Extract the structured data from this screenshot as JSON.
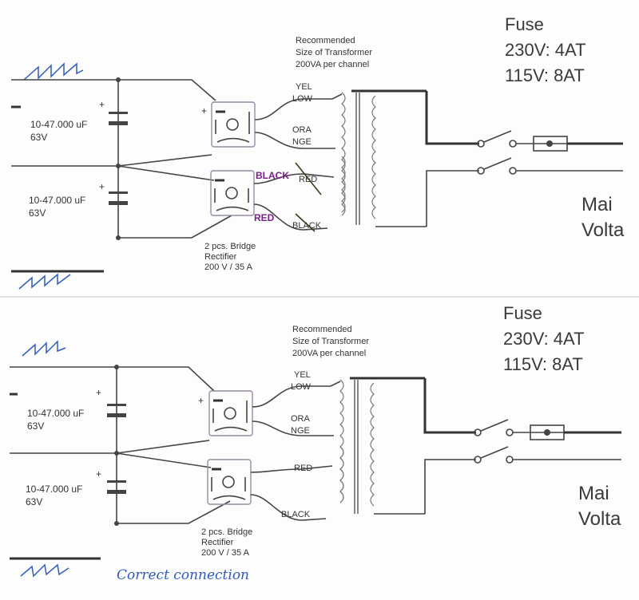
{
  "panels": [
    {
      "id": "top",
      "fuse": {
        "title": "Fuse",
        "line1": "230V: 4AT",
        "line2": "115V: 8AT"
      },
      "transformer_note": [
        "Recommended",
        "Size of Transformer",
        "200VA per channel"
      ],
      "secondary_labels": {
        "yel": "YEL",
        "low": "LOW",
        "ora": "ORA",
        "nge": "NGE",
        "red": "RED",
        "black": "BLACK"
      },
      "corrections": {
        "black": "BLACK",
        "red": "RED"
      },
      "capacitors": [
        {
          "value": "10-47.000 uF",
          "voltage": "63V",
          "polarity": "+"
        },
        {
          "value": "10-47.000 uF",
          "voltage": "63V",
          "polarity": "+"
        }
      ],
      "rectifier_note": [
        "2 pcs. Bridge",
        "Rectifier",
        "200 V / 35 A"
      ],
      "mains": [
        "Mai",
        "Volta"
      ]
    },
    {
      "id": "bottom",
      "fuse": {
        "title": "Fuse",
        "line1": "230V: 4AT",
        "line2": "115V: 8AT"
      },
      "transformer_note": [
        "Recommended",
        "Size of Transformer",
        "200VA per channel"
      ],
      "secondary_labels": {
        "yel": "YEL",
        "low": "LOW",
        "ora": "ORA",
        "nge": "NGE",
        "red": "RED",
        "black": "BLACK"
      },
      "capacitors": [
        {
          "value": "10-47.000 uF",
          "voltage": "63V",
          "polarity": "+"
        },
        {
          "value": "10-47.000 uF",
          "voltage": "63V",
          "polarity": "+"
        }
      ],
      "rectifier_note": [
        "2 pcs. Bridge",
        "Rectifier",
        "200 V / 35 A"
      ],
      "mains": [
        "Mai",
        "Volta"
      ],
      "handwritten_note": "Correct connection"
    }
  ],
  "colors": {
    "wire": "#444444",
    "annotation_purple": "#7a1f8a",
    "handwriting_blue": "#2f5bbf",
    "rectifier_outline": "#9a8aa6"
  }
}
